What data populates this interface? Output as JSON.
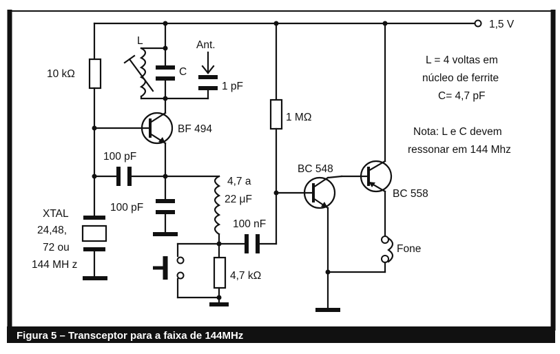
{
  "supply": "1,5 V",
  "labels": {
    "inductor_l": "L",
    "capacitor_c": "C",
    "antenna": "Ant.",
    "cap_1pf": "1 pF",
    "res_10k": "10 kΩ",
    "res_1m": "1 MΩ",
    "q1": "BF 494",
    "cap_100pf_a": "100 pF",
    "cap_100pf_b": "100 pF",
    "coil_line1": "4,7 a",
    "coil_line2": "22 μF",
    "cap_100nf": "100 nF",
    "res_4k7": "4,7 kΩ",
    "q2": "BC 548",
    "q3": "BC 558",
    "fone": "Fone",
    "xtal": [
      "XTAL",
      "24,48,",
      "72 ou",
      "144 MH z"
    ]
  },
  "notes": {
    "spec": [
      "L = 4 voltas em",
      "núcleo de ferrite",
      "C= 4,7 pF"
    ],
    "nota": [
      "Nota: L e C devem",
      "ressonar em 144 Mhz"
    ]
  },
  "caption": "Figura 5 – Transceptor para a faixa de 144MHz"
}
